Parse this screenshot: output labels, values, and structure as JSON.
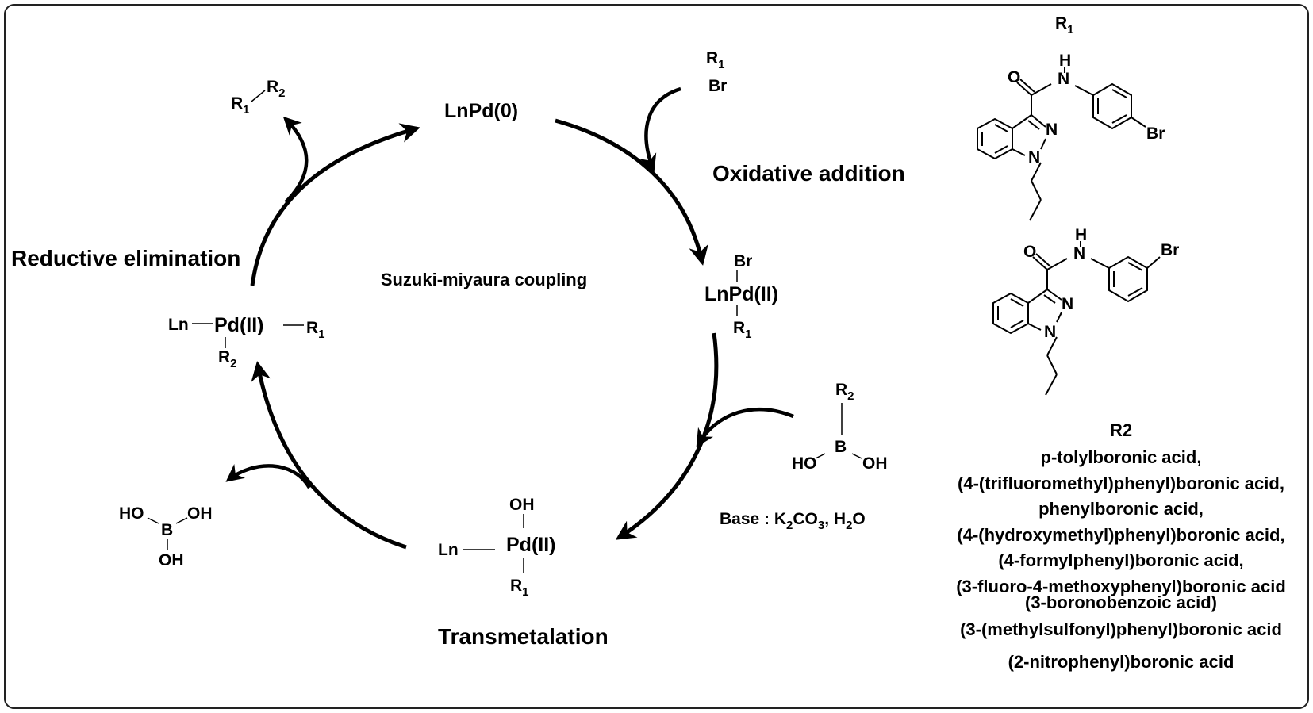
{
  "center_title": "Suzuki-miyaura coupling",
  "steps": {
    "oxidative_addition": "Oxidative addition",
    "transmetalation": "Transmetalation",
    "reductive_elimination": "Reductive elimination"
  },
  "species": {
    "pd0": "LnPd(0)",
    "pd2_top": {
      "ln": "LnPd(II)",
      "top": "Br",
      "bottom": "R",
      "bottom_sub": "1"
    },
    "pd2_bottom": {
      "ln": "Ln",
      "pd": "Pd(II)",
      "top": "OH",
      "bottom": "R",
      "bottom_sub": "1"
    },
    "pd2_left": {
      "ln": "Ln",
      "pd": "Pd(II)",
      "right": "R",
      "right_sub": "1",
      "bottom": "R",
      "bottom_sub": "2"
    },
    "r1br": {
      "r": "R",
      "sub": "1",
      "br": "Br"
    },
    "product": {
      "r1": "R",
      "r1_sub": "1",
      "r2": "R",
      "r2_sub": "2"
    },
    "boronic": {
      "r": "R",
      "sub": "2",
      "b": "B",
      "ho": "HO",
      "oh": "OH"
    },
    "boric": {
      "ho": "HO",
      "oh_right": "OH",
      "b": "B",
      "oh_bottom": "OH"
    }
  },
  "base": {
    "prefix": "Base : K",
    "k_sub": "2",
    "co": "CO",
    "co_sub": "3",
    "mid": ", H",
    "h_sub": "2",
    "suffix": "O"
  },
  "r1_panel": {
    "title": "R",
    "title_sub": "1",
    "struct1": {
      "o": "O",
      "h": "H",
      "n": "N",
      "n2": "N",
      "n1": "N",
      "br": "Br"
    },
    "struct2": {
      "o": "O",
      "h": "H",
      "n": "N",
      "n2": "N",
      "n1": "N",
      "br": "Br"
    }
  },
  "r2_panel": {
    "title": "R2",
    "items": [
      "p-tolylboronic acid,",
      "(4-(trifluoromethyl)phenyl)boronic acid,",
      "phenylboronic acid,",
      "(4-(hydroxymethyl)phenyl)boronic acid,",
      "(4-formylphenyl)boronic acid,",
      "(3-fluoro-4-methoxyphenyl)boronic acid",
      "(3-boronobenzoic acid)",
      "(3-(methylsulfonyl)phenyl)boronic acid",
      "(2-nitrophenyl)boronic acid"
    ]
  }
}
